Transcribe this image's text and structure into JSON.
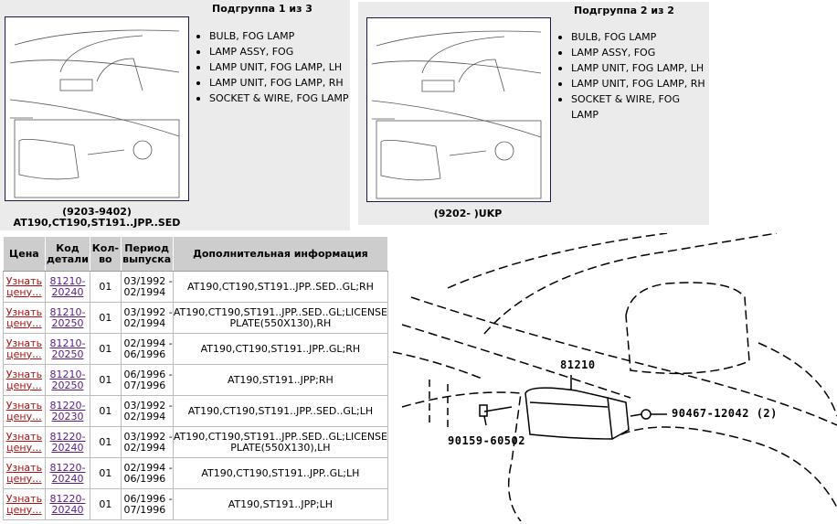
{
  "subgroups": [
    {
      "title": "Подгруппа 1 из 3",
      "items": [
        "BULB, FOG LAMP",
        "LAMP ASSY, FOG",
        "LAMP UNIT, FOG LAMP, LH",
        "LAMP UNIT, FOG LAMP, RH",
        "SOCKET & WIRE, FOG LAMP"
      ],
      "caption1": "(9203-9402)",
      "caption2": "AT190,CT190,ST191..JPP..SED"
    },
    {
      "title": "Подгруппа 2 из 2",
      "items": [
        "BULB, FOG LAMP",
        "LAMP ASSY, FOG",
        "LAMP UNIT, FOG LAMP, LH",
        "LAMP UNIT, FOG LAMP, RH",
        "SOCKET & WIRE, FOG LAMP"
      ],
      "caption1": "(9202- )UKP"
    }
  ],
  "table": {
    "headers": {
      "price": "Цена",
      "code": "Код детали",
      "qty": "Кол-во",
      "period": "Период выпуска",
      "info": "Дополнительная информация"
    },
    "rows": [
      {
        "price": "Узнать цену...",
        "code": "81210-20240",
        "qty": "01",
        "period": "03/1992 - 02/1994",
        "info": "AT190,CT190,ST191..JPP..SED..GL;RH"
      },
      {
        "price": "Узнать цену...",
        "code": "81210-20250",
        "qty": "01",
        "period": "03/1992 - 02/1994",
        "info": "AT190,CT190,ST191..JPP..SED..GL;LICENSE PLATE(550X130),RH"
      },
      {
        "price": "Узнать цену...",
        "code": "81210-20250",
        "qty": "01",
        "period": "02/1994 - 06/1996",
        "info": "AT190,CT190,ST191..JPP..GL;RH"
      },
      {
        "price": "Узнать цену...",
        "code": "81210-20250",
        "qty": "01",
        "period": "06/1996 - 07/1996",
        "info": "AT190,ST191..JPP;RH"
      },
      {
        "price": "Узнать цену...",
        "code": "81220-20230",
        "qty": "01",
        "period": "03/1992 - 02/1994",
        "info": "AT190,CT190,ST191..JPP..SED..GL;LH"
      },
      {
        "price": "Узнать цену...",
        "code": "81220-20240",
        "qty": "01",
        "period": "03/1992 - 02/1994",
        "info": "AT190,CT190,ST191..JPP..SED..GL;LICENSE PLATE(550X130),LH"
      },
      {
        "price": "Узнать цену...",
        "code": "81220-20240",
        "qty": "01",
        "period": "02/1994 - 06/1996",
        "info": "AT190,CT190,ST191..JPP..GL;LH"
      },
      {
        "price": "Узнать цену...",
        "code": "81220-20240",
        "qty": "01",
        "period": "06/1996 - 07/1996",
        "info": "AT190,ST191..JPP;LH"
      }
    ]
  },
  "diagram": {
    "labels": [
      "81210",
      "90467-12042 (2)",
      "90159-60502"
    ]
  }
}
